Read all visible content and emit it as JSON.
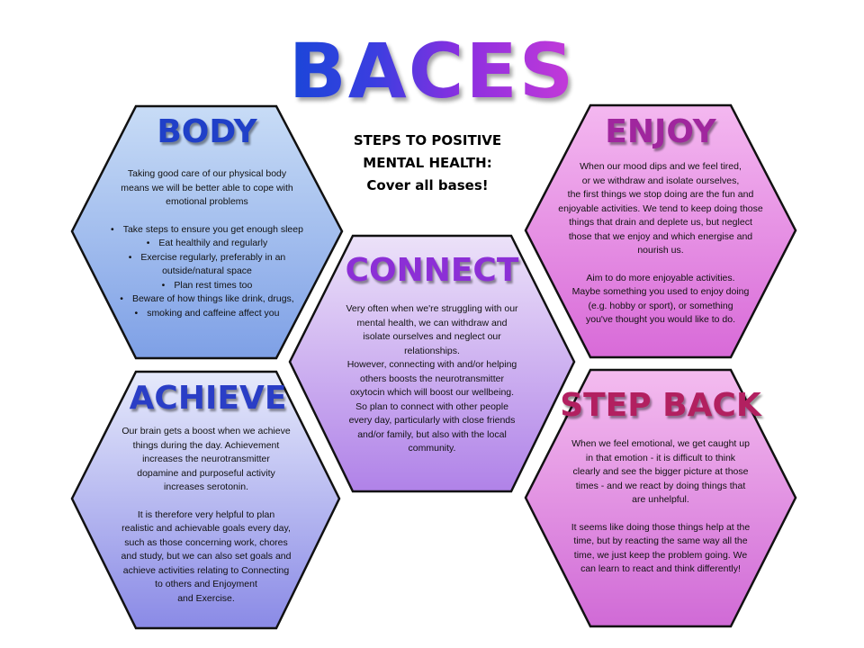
{
  "title": "BACES",
  "tagline": [
    "STEPS TO POSITIVE",
    "MENTAL HEALTH:",
    "Cover all bases!"
  ],
  "colors": {
    "blue_hex_top": "#c8dcf6",
    "blue_hex_bottom": "#7ea0e6",
    "pink_hex_top": "#f4b8f0",
    "pink_hex_bottom": "#d86ad8",
    "connect_hex_top": "#e9ddf8",
    "connect_hex_bottom": "#b487e8",
    "achieve_hex_top": "#e4e8fa",
    "achieve_hex_bottom": "#8f8fe6",
    "outline": "#111111"
  },
  "sections": {
    "body": {
      "heading": "BODY",
      "intro": [
        "Taking good care of our physical body",
        "means we will be better  able to cope with",
        "emotional problems"
      ],
      "bullets": [
        "Take steps to ensure you get enough sleep",
        "Eat healthily and regularly",
        "Exercise regularly, preferably in an",
        "outside/natural space",
        "Plan rest times too",
        "Beware of how things like drink, drugs,",
        "smoking and caffeine affect you"
      ]
    },
    "enjoy": {
      "heading": "ENJOY",
      "para1": [
        "When our mood dips and we feel tired,",
        "or we withdraw and isolate ourselves,",
        "the first things we stop doing are the fun and",
        "enjoyable activities. We tend to keep doing those",
        "things that drain and deplete us, but neglect",
        "those that we enjoy and which energise and",
        "nourish us."
      ],
      "para2": [
        "Aim to do more enjoyable activities.",
        "Maybe something you used to enjoy doing",
        "(e.g.  hobby or sport), or something",
        "you've thought you would like to do."
      ]
    },
    "connect": {
      "heading": "CONNECT",
      "para": [
        "Very often when we're struggling with our",
        "mental health, we can withdraw and",
        "isolate ourselves and neglect our",
        "relationships.",
        "However,  connecting with and/or helping",
        "others boosts the neurotransmitter",
        "oxytocin which will boost our wellbeing.",
        "So plan to connect with other people",
        "every day, particularly with close friends",
        "and/or family, but also with the  local",
        "community."
      ]
    },
    "achieve": {
      "heading": "ACHIEVE",
      "para1": [
        "Our brain gets a boost when we achieve",
        "things during the day. Achievement",
        "increases the neurotransmitter",
        "dopamine and purposeful activity",
        "increases serotonin."
      ],
      "para2": [
        "It is therefore very helpful to plan",
        "realistic and achievable goals every day,",
        "such as those concerning work, chores",
        "and study, but we can also set goals and",
        "achieve activities relating to Connecting",
        "to others and Enjoyment",
        "and Exercise."
      ]
    },
    "stepback": {
      "heading": "STEP BACK",
      "para1": [
        "When we feel emotional, we  get caught up",
        "in that emotion - it is difficult to think",
        "clearly and see the bigger picture at those",
        "times - and we react by doing things that",
        "are unhelpful."
      ],
      "para2": [
        "It seems like doing those things help at the",
        "time, but by reacting the same way all the",
        "time, we just keep the  problem going.  We",
        "can learn to react and think differently!"
      ]
    }
  }
}
